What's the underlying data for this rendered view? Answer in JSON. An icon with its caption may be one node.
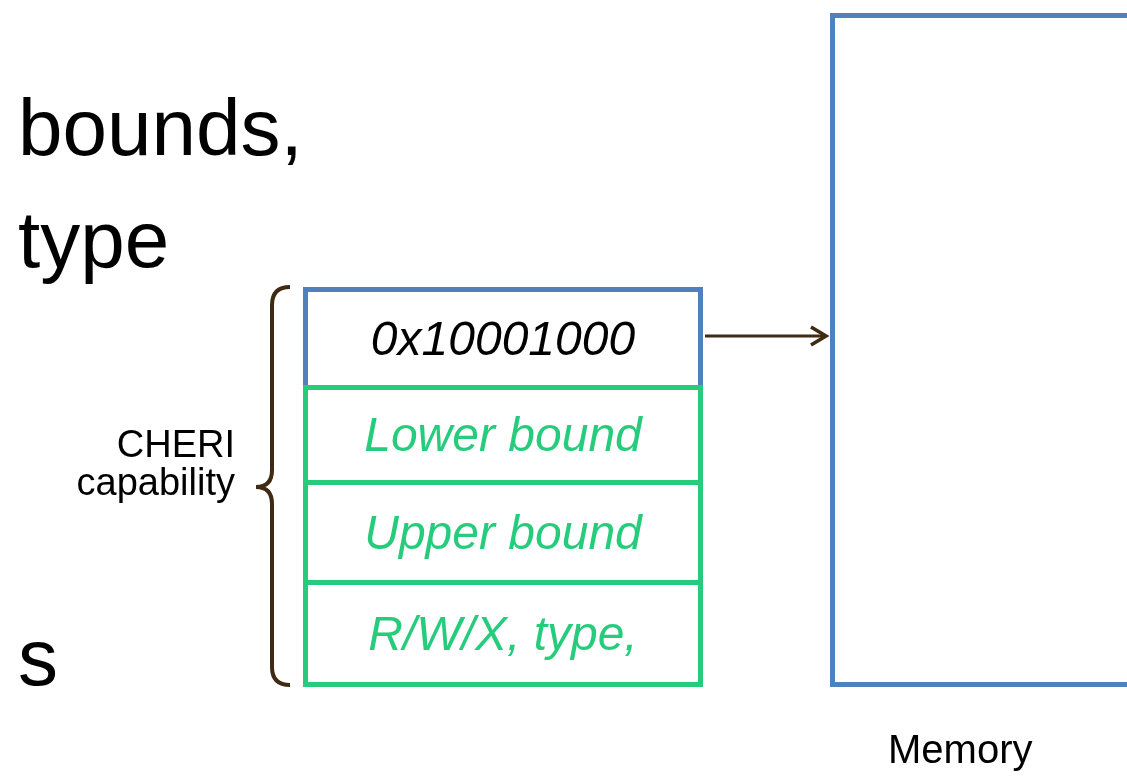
{
  "diagram": {
    "nodes": [
      {
        "text": [
          "0x10001000"
        ]
      },
      {
        "text": [
          "Lower bound"
        ]
      },
      {
        "text": [
          "Upper bound"
        ]
      },
      {
        "text": [
          "R/W/X, type,"
        ]
      },
      {
        "text": [],
        "shape": "box",
        "beside": [
          "Memory"
        ]
      }
    ],
    "edges": [
      {
        "from": 0,
        "to": 4,
        "arrow": "to",
        "color": "#3f2a14"
      }
    ],
    "labels": [
      "bounds,",
      "type",
      "CHERI capability",
      "s"
    ]
  }
}
